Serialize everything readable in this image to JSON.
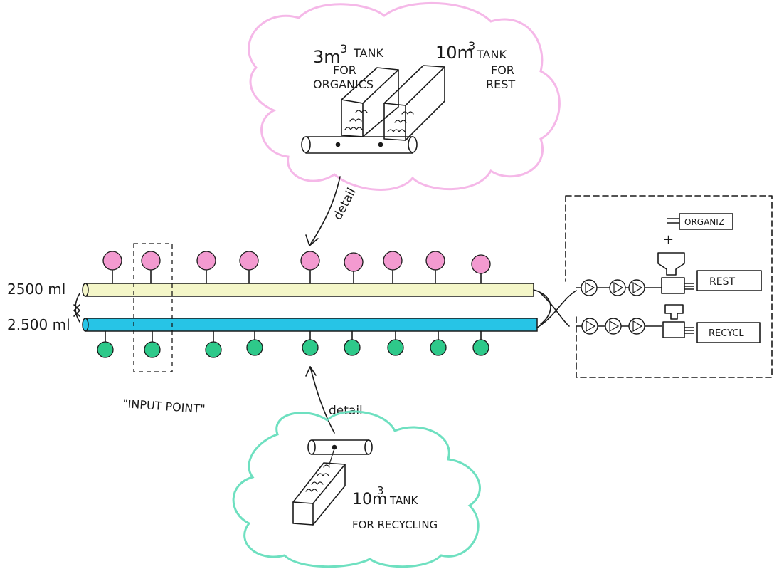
{
  "top_cloud": {
    "tank_small_label": "3m",
    "tank_small_sup": "3",
    "tank_small_word": "TANK",
    "tank_small_for": "FOR",
    "tank_small_what": "ORGANICS",
    "tank_large_label": "10m",
    "tank_large_sup": "3",
    "tank_large_word": "TANK",
    "tank_large_for": "FOR",
    "tank_large_what": "REST",
    "color": "#f5b8e8"
  },
  "bottom_cloud": {
    "tank_label": "10m",
    "tank_sup": "3",
    "tank_word": "TANK",
    "tank_for": "FOR RECYCLING",
    "color": "#6ee0c0"
  },
  "detail_top": "detail",
  "detail_bottom": "detail",
  "pipes": {
    "top_label": "2500 ml",
    "bottom_label": "2.500 ml",
    "top_color": "#f4f6c8",
    "bottom_color": "#27c4e6"
  },
  "input_point_label": "\"INPUT POINT\"",
  "machines": {
    "organic_label": "ORGANIZ",
    "rest_label": "REST",
    "recycle_label": "RECYCL",
    "plus_sign": "+"
  },
  "colors": {
    "pink_inlet": "#f39ad0",
    "green_inlet": "#2ec98a"
  }
}
